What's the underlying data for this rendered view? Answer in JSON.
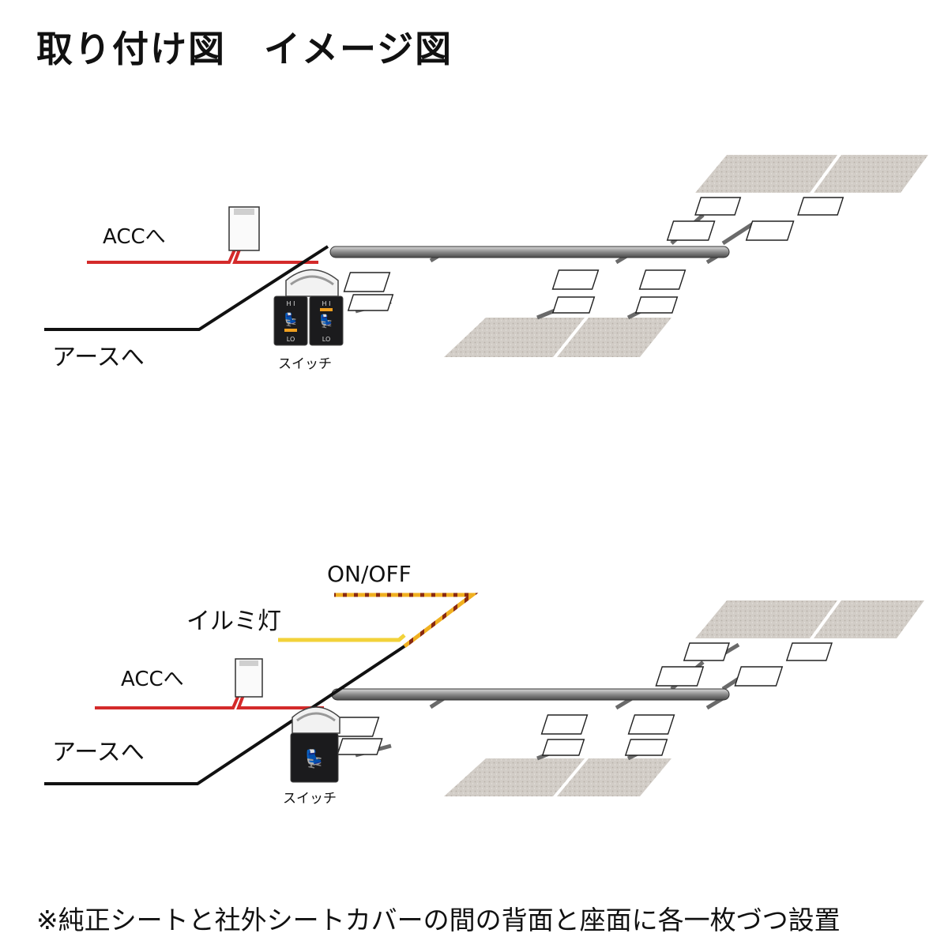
{
  "title": "取り付け図　イメージ図",
  "diagram1": {
    "acc_label": "ACCへ",
    "earth_label": "アースへ",
    "switch_label": "スイッチ",
    "switch_hi": "H I",
    "switch_lo": "LO"
  },
  "diagram2": {
    "onoff_label": "ON/OFF",
    "illumi_label": "イルミ灯",
    "acc_label": "ACCへ",
    "earth_label": "アースへ",
    "switch_label": "スイッチ"
  },
  "note": "※純正シートと社外シートカバーの間の背面と座面に各一枚づつ設置",
  "colors": {
    "acc_wire": "#d42a2a",
    "earth_wire": "#111111",
    "illumi_wire": "#f2d23a",
    "onoff_wire_a": "#f0b020",
    "onoff_wire_b": "#8a2a10",
    "pad": "#cfcac4",
    "harness": "#8e8e8e"
  }
}
